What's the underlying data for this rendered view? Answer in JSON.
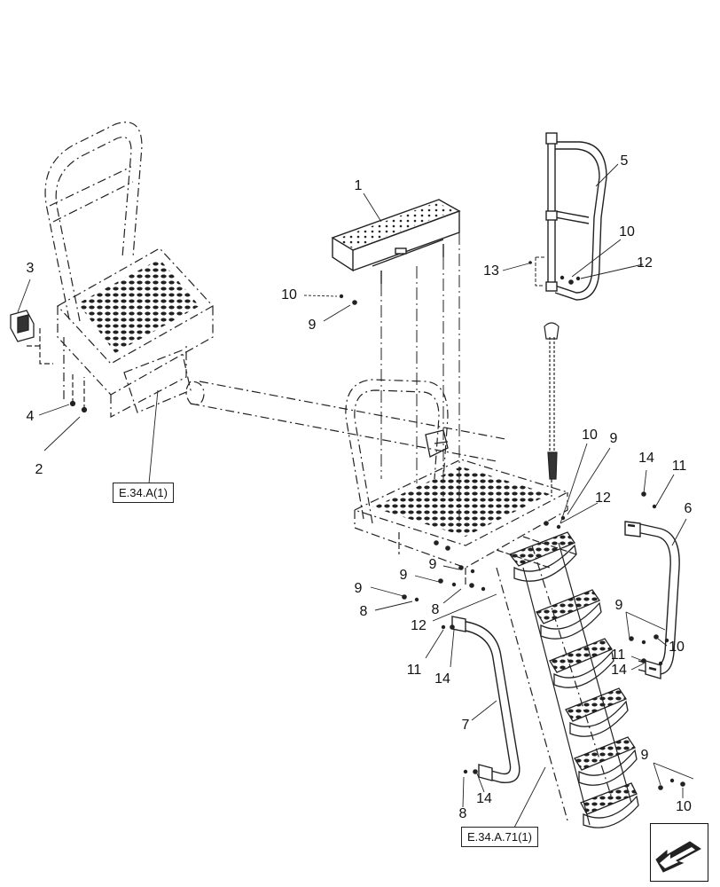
{
  "callouts": [
    {
      "id": "c1",
      "text": "1"
    },
    {
      "id": "c2",
      "text": "2"
    },
    {
      "id": "c3",
      "text": "3"
    },
    {
      "id": "c4",
      "text": "4"
    },
    {
      "id": "c5",
      "text": "5"
    },
    {
      "id": "c6",
      "text": "6"
    },
    {
      "id": "c7",
      "text": "7"
    },
    {
      "id": "c8a",
      "text": "8"
    },
    {
      "id": "c8b",
      "text": "8"
    },
    {
      "id": "c8c",
      "text": "8"
    },
    {
      "id": "c9a",
      "text": "9"
    },
    {
      "id": "c9b",
      "text": "9"
    },
    {
      "id": "c9c",
      "text": "9"
    },
    {
      "id": "c9d",
      "text": "9"
    },
    {
      "id": "c9e",
      "text": "9"
    },
    {
      "id": "c9f",
      "text": "9"
    },
    {
      "id": "c9g",
      "text": "9"
    },
    {
      "id": "c10a",
      "text": "10"
    },
    {
      "id": "c10b",
      "text": "10"
    },
    {
      "id": "c10c",
      "text": "10"
    },
    {
      "id": "c10d",
      "text": "10"
    },
    {
      "id": "c10e",
      "text": "10"
    },
    {
      "id": "c11a",
      "text": "11"
    },
    {
      "id": "c11b",
      "text": "11"
    },
    {
      "id": "c11c",
      "text": "11"
    },
    {
      "id": "c12a",
      "text": "12"
    },
    {
      "id": "c12b",
      "text": "12"
    },
    {
      "id": "c12c",
      "text": "12"
    },
    {
      "id": "c13",
      "text": "13"
    },
    {
      "id": "c14a",
      "text": "14"
    },
    {
      "id": "c14b",
      "text": "14"
    },
    {
      "id": "c14c",
      "text": "14"
    },
    {
      "id": "c14d",
      "text": "14"
    }
  ],
  "references": {
    "ref1": "E.34.A(1)",
    "ref2": "E.34.A.71(1)"
  },
  "colors": {
    "line": "#222222",
    "fill_dark": "#333333"
  },
  "nav_icon": "arrow-back-icon"
}
